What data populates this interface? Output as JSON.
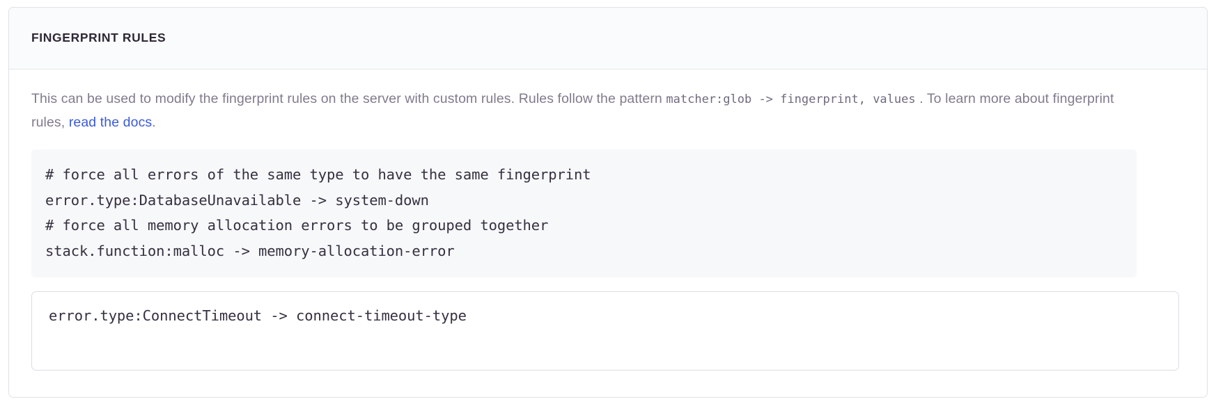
{
  "panel": {
    "title": "FINGERPRINT RULES",
    "description": {
      "segment_1": "This can be used to modify the fingerprint rules on the server with custom rules. Rules follow the pattern ",
      "code_1": "matcher:glob -> fingerprint, values",
      "segment_2": " . To learn more about fingerprint rules, ",
      "link_text": "read the docs",
      "segment_3": "."
    },
    "example_code": "# force all errors of the same type to have the same fingerprint\nerror.type:DatabaseUnavailable -> system-down\n# force all memory allocation errors to be grouped together\nstack.function:malloc -> memory-allocation-error",
    "example_code_lines": [
      "# force all errors of the same type to have the same fingerprint",
      "error.type:DatabaseUnavailable -> system-down",
      "# force all memory allocation errors to be grouped together",
      "stack.function:malloc -> memory-allocation-error"
    ],
    "rule_input": {
      "value": "error.type:ConnectTimeout -> connect-timeout-type",
      "placeholder": "error.type:ConnectTimeout -> connect-timeout-type"
    }
  },
  "colors": {
    "panel_border": "#e0e1e6",
    "header_background": "#fafbfc",
    "title_text": "#2f2936",
    "description_text": "#807b8c",
    "link": "#3b5bd8",
    "code_background": "#f7f8fa",
    "code_text": "#353040",
    "input_border": "#dcdde4"
  }
}
